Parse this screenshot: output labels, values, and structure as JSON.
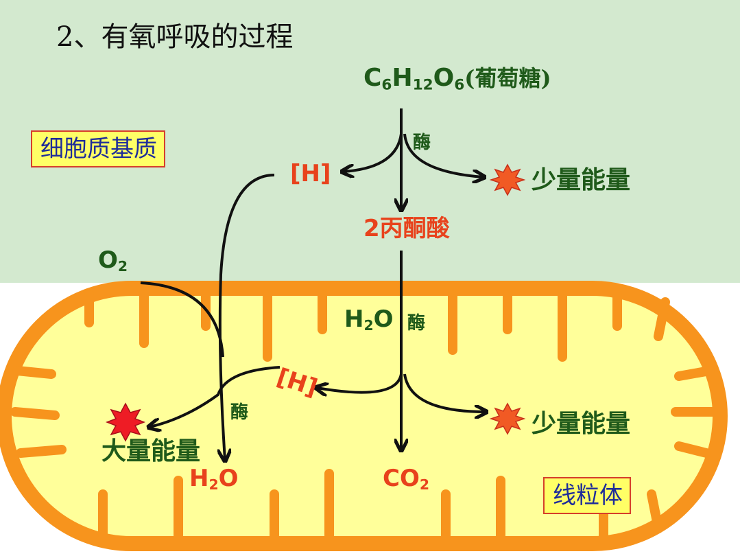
{
  "title": "2、有氧呼吸的过程",
  "glucose": {
    "formula_c": "C",
    "sub_c": "6",
    "formula_h": "H",
    "sub_h": "12",
    "formula_o": "O",
    "sub_o": "6",
    "name": "(葡萄糖)"
  },
  "cytoplasm_label": "细胞质基质",
  "mitochondria_label": "线粒体",
  "stage1": {
    "enzyme": "酶",
    "h_label": "[H]",
    "energy": "少量能量",
    "product": "2丙酮酸"
  },
  "oxygen": {
    "symbol": "O",
    "sub": "2"
  },
  "stage2": {
    "water_in_h": "H",
    "water_in_sub": "2",
    "water_in_o": "O",
    "enzyme": "酶",
    "h_label": "[H]",
    "energy": "少量能量",
    "co2_c": "CO",
    "co2_sub": "2"
  },
  "stage3": {
    "enzyme": "酶",
    "energy": "大量能量",
    "water_out_h": "H",
    "water_out_sub": "2",
    "water_out_o": "O"
  },
  "colors": {
    "cytoplasm_bg": "#d3e9cf",
    "mito_membrane": "#f7941d",
    "mito_matrix": "#ffff9a",
    "text_green": "#1f5a1a",
    "text_red": "#e8421c",
    "star_small": "#f15a24",
    "star_large": "#ee1c25"
  }
}
